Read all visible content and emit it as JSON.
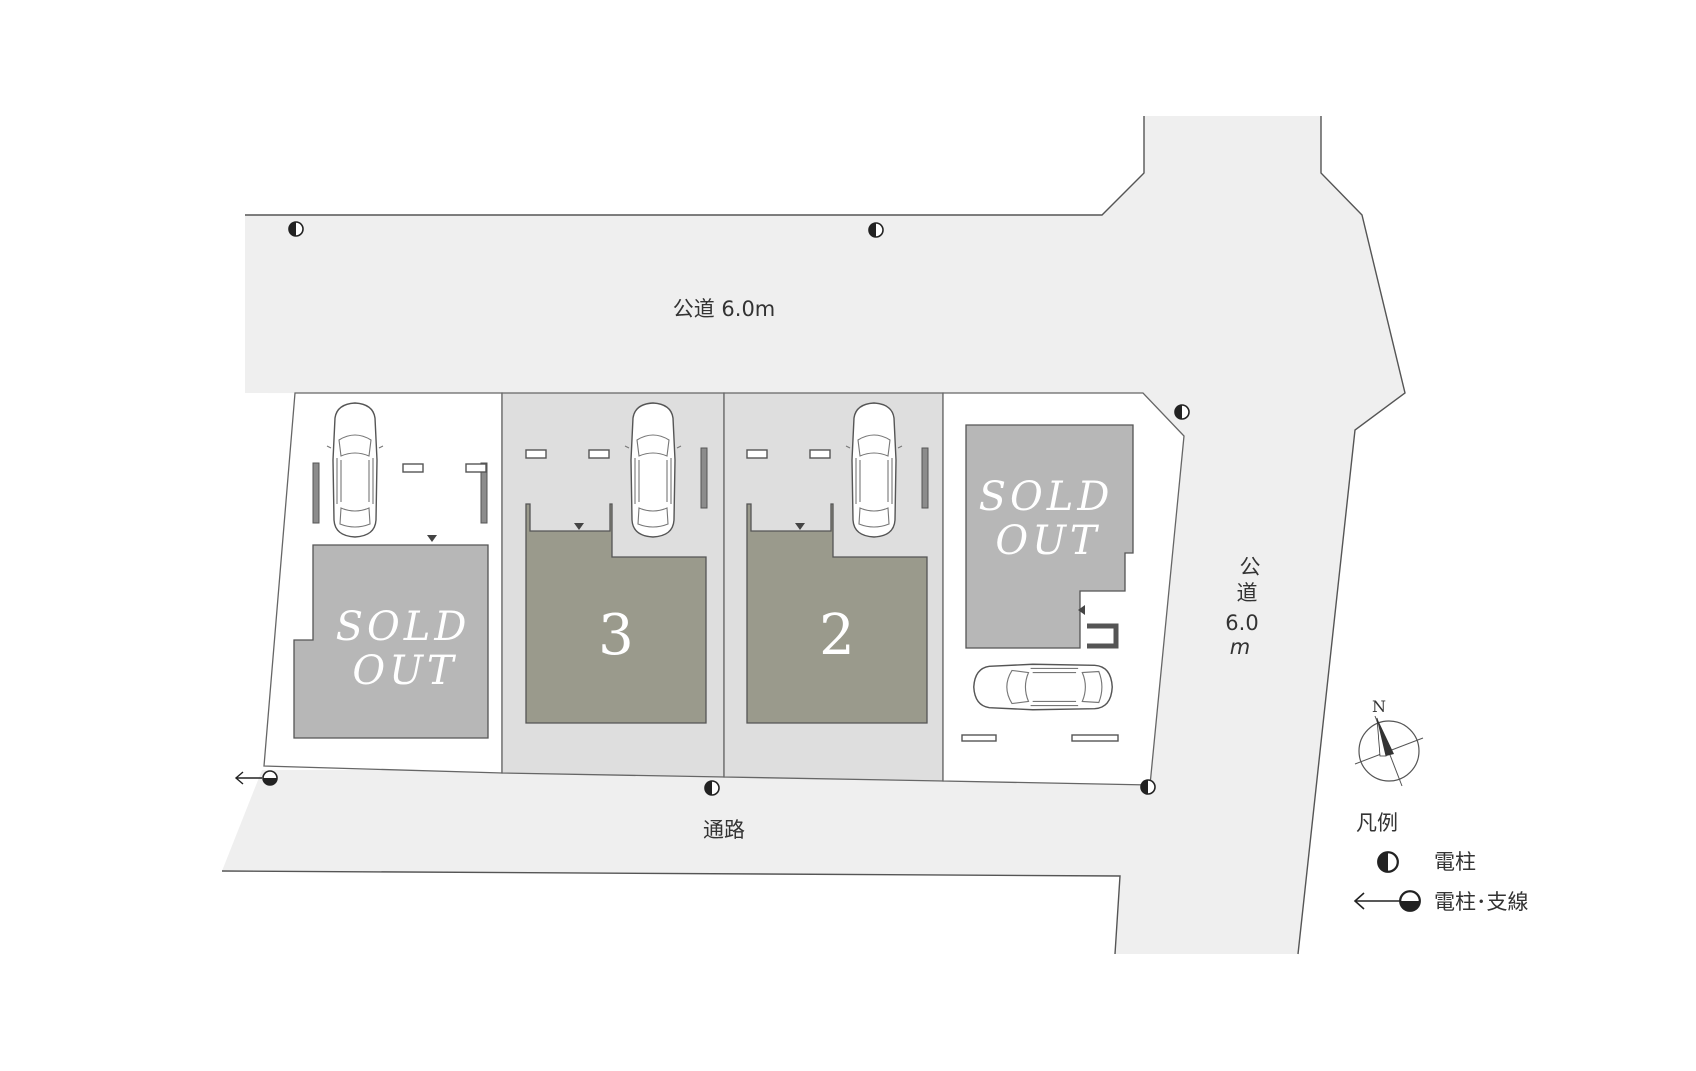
{
  "roads": {
    "north_road_label": "公道 6.0m",
    "east_road_label_line1": "公",
    "east_road_label_line2": "道",
    "east_road_label_line3": "6.0",
    "east_road_label_line4": "m",
    "south_passage_label": "通路"
  },
  "lots": [
    {
      "id": "lot-west",
      "status_line1": "SOLD",
      "status_line2": "OUT"
    },
    {
      "id": "lot-3",
      "number": "3"
    },
    {
      "id": "lot-2",
      "number": "2"
    },
    {
      "id": "lot-east",
      "status_line1": "SOLD",
      "status_line2": "OUT"
    }
  ],
  "compass": {
    "north_label": "N"
  },
  "legend": {
    "title": "凡例",
    "pole_label": "電柱",
    "pole_guy_label": "電柱･支線"
  },
  "icons": {
    "pole": "half-filled-circle-icon",
    "pole_guy": "arrow-half-circle-icon",
    "compass": "compass-icon",
    "car": "car-icon"
  },
  "colors": {
    "road": "#efefef",
    "sold_house": "#b7b7b7",
    "available_house": "#9a9a8c",
    "available_lot": "#dedede"
  }
}
